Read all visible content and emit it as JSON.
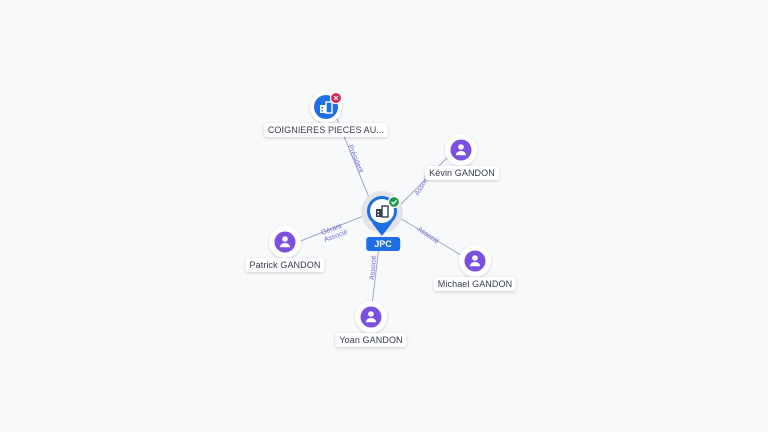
{
  "center": {
    "label": "JPC",
    "status": "active",
    "status_color": "#1e9e4a",
    "icon": "building-icon"
  },
  "nodes": [
    {
      "id": "coignieres",
      "label": "COIGNIERES PIECES AU...",
      "kind": "company",
      "icon": "building-icon",
      "status": "closed",
      "status_color": "#d6204e",
      "edge_label": "Président"
    },
    {
      "id": "kevin",
      "label": "Kévin GANDON",
      "kind": "person",
      "icon": "person-icon",
      "edge_label": "Associé"
    },
    {
      "id": "patrick",
      "label": "Patrick GANDON",
      "kind": "person",
      "icon": "person-icon",
      "edge_label": "Gérant",
      "edge_label_2": "Associé"
    },
    {
      "id": "michael",
      "label": "Michael GANDON",
      "kind": "person",
      "icon": "person-icon",
      "edge_label": "Associé"
    },
    {
      "id": "yoan",
      "label": "Yoan GANDON",
      "kind": "person",
      "icon": "person-icon",
      "edge_label": "Associé"
    }
  ],
  "colors": {
    "company": "#1e6fe6",
    "person": "#7b4fe0",
    "edge": "#a3a6c8",
    "edge_label": "#6b6fd8"
  }
}
